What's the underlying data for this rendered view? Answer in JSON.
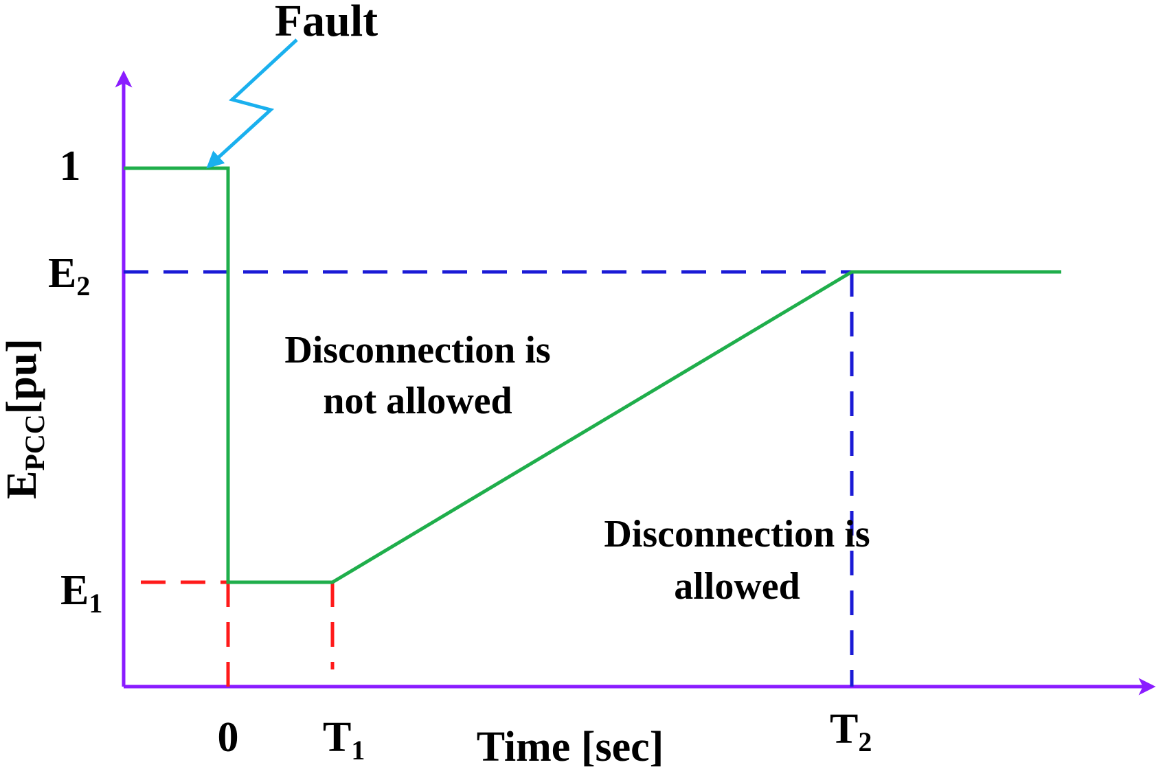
{
  "title": "Fault",
  "axes": {
    "y_label_main": "E",
    "y_label_sub": "PCC",
    "y_label_unit": "[pu]",
    "x_label": "Time [sec]"
  },
  "y_ticks": {
    "one": "1",
    "e2_main": "E",
    "e2_sub": "2",
    "e1_main": "E",
    "e1_sub": "1"
  },
  "x_ticks": {
    "zero": "0",
    "t1_main": "T",
    "t1_sub": "1",
    "t2_main": "T",
    "t2_sub": "2"
  },
  "regions": {
    "not_allowed_line1": "Disconnection is",
    "not_allowed_line2": "not allowed",
    "allowed_line1": "Disconnection is",
    "allowed_line2": "allowed"
  },
  "colors": {
    "axis": "#8a1cff",
    "curve": "#1fae4b",
    "blue_dash": "#1a1ad6",
    "red_dash": "#ff1a1a",
    "fault_arrow": "#1ab0ee"
  }
}
